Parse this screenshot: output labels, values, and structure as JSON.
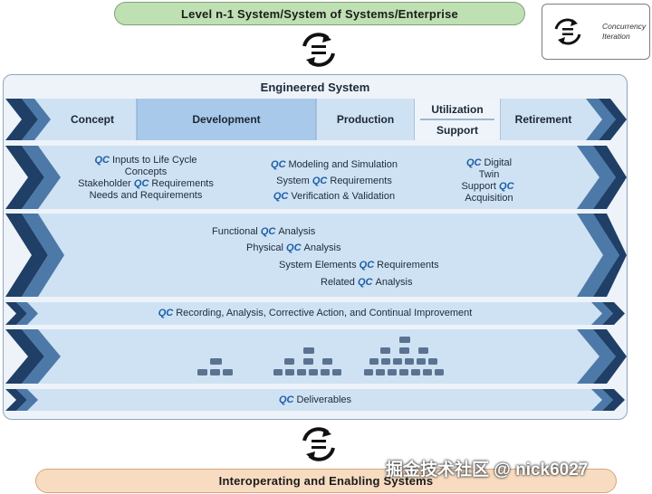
{
  "top_box": {
    "label": "Level n-1 System/System of Systems/Enterprise"
  },
  "bottom_box": {
    "label": "Interoperating and Enabling Systems"
  },
  "legend": {
    "line1": "Concurrency",
    "line2": "Iteration",
    "icon": "concurrency-iteration-icon"
  },
  "panel": {
    "title": "Engineered System"
  },
  "stages": [
    {
      "label": "Concept"
    },
    {
      "label": "Development"
    },
    {
      "label": "Production"
    },
    {
      "label": "Utilization"
    },
    {
      "label": "Support"
    },
    {
      "label": "Retirement"
    }
  ],
  "qc_tag": "QC",
  "band2": {
    "col1": {
      "line1": "Inputs to Life Cycle",
      "line2": "Concepts",
      "line3_pre": "Stakeholder",
      "line3_post": "Requirements",
      "line4": "Needs and Requirements"
    },
    "col2": {
      "line1": "Modeling and Simulation",
      "line2_pre": "System",
      "line2_post": "Requirements",
      "line3": "Verification & Validation"
    },
    "col3": {
      "line1": "Digital",
      "line2": "Twin",
      "line3_pre": "Support",
      "line4": "Acquisition"
    }
  },
  "band3": {
    "line1_pre": "Functional",
    "line1_post": "Analysis",
    "line2_pre": "Physical",
    "line2_post": "Analysis",
    "line3_pre": "System Elements",
    "line3_post": "Requirements",
    "line4_pre": "Related",
    "line4_post": "Analysis"
  },
  "band4": {
    "label": "Recording, Analysis, Corrective Action, and Continual Improvement"
  },
  "band6": {
    "label": "Deliverables"
  },
  "watermark": {
    "text": "掘金技术社区 @ nick6027"
  },
  "colors": {
    "band_fill": "#cfe2f3",
    "chevron_dark": "#1f3f66",
    "chevron_mid": "#4d79a8",
    "development_fill": "#a9c9ea",
    "tree_box": "#5a7391",
    "qc_blue": "#1d5fa8"
  }
}
